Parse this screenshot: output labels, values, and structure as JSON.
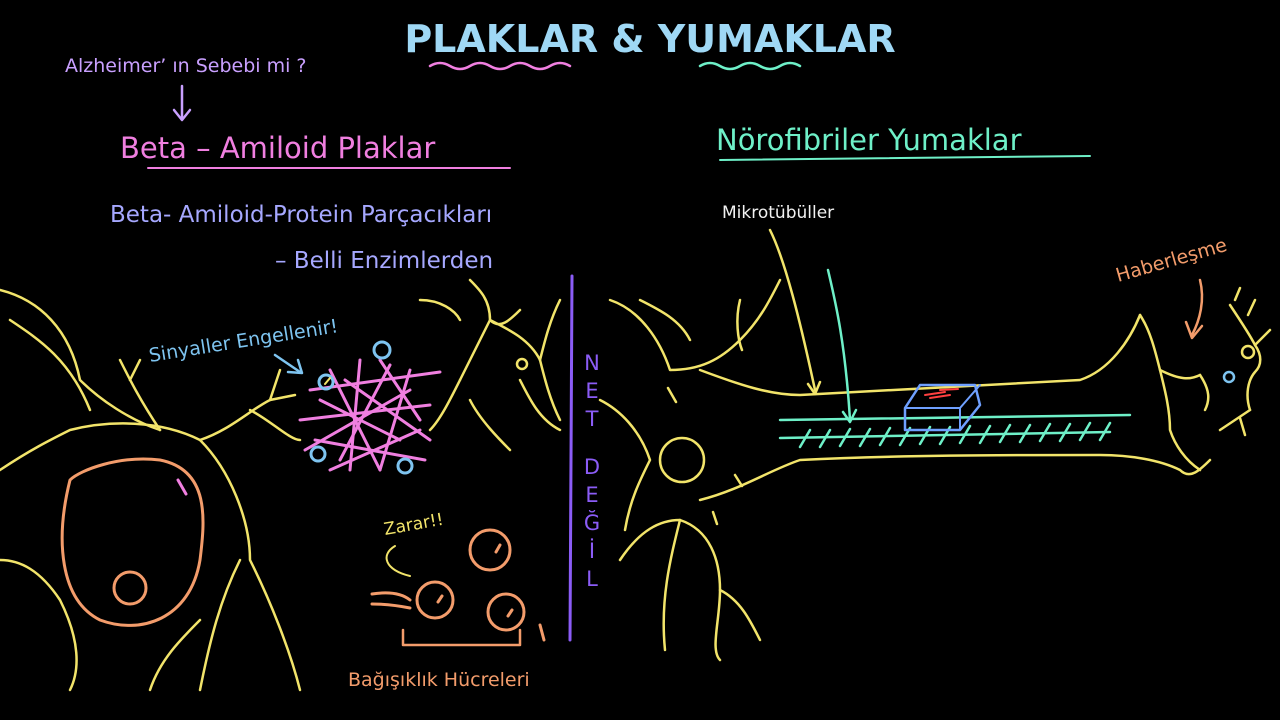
{
  "title": "PLAKLAR & YUMAKLAR",
  "question": "Alzheimer’ ın Sebebi mi ?",
  "left": {
    "heading": "Beta – Amiloid Plaklar",
    "line1": "Beta- Amiloid-Protein Parçacıkları",
    "line2": "– Belli Enzimlerden",
    "signals_blocked": "Sinyaller Engellenir!",
    "damage": "Zarar!!",
    "immune_cells": "Bağışıklık Hücreleri"
  },
  "divider_label": [
    "N",
    "E",
    "T",
    "D",
    "E",
    "Ğ",
    "İ",
    "L"
  ],
  "right": {
    "heading": "Nörofibriler Yumaklar",
    "microtubules": "Mikrotübüller",
    "communication": "Haberleşme"
  },
  "colors": {
    "background": "#000000",
    "title": "#9fd8f5",
    "question": "#c9a0ff",
    "plaque": "#f07fe0",
    "protein_text": "#a6a8ff",
    "neuron": "#f2e46a",
    "signals": "#7ec4f0",
    "immune": "#f39c6b",
    "divider": "#8b5cf6",
    "tangle": "#6ef0c8",
    "cargo": "#6fa0ff",
    "cargo_mark": "#ff4040"
  }
}
